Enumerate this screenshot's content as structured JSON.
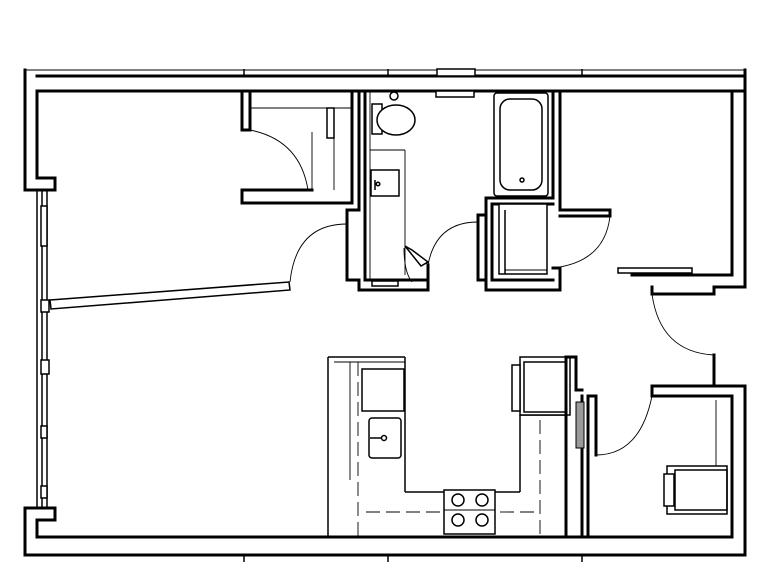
{
  "plan": {
    "background": "#ffffff",
    "line_color": "#000000",
    "fixtures": [
      "entry-door",
      "bedroom-door",
      "bedroom-closet-door",
      "hall-closet-door",
      "bath-door",
      "linen-closet-door",
      "toilet",
      "bathroom-sink",
      "bathtub",
      "kitchen-sink",
      "range",
      "refrigerator",
      "washer-dryer",
      "window"
    ]
  }
}
